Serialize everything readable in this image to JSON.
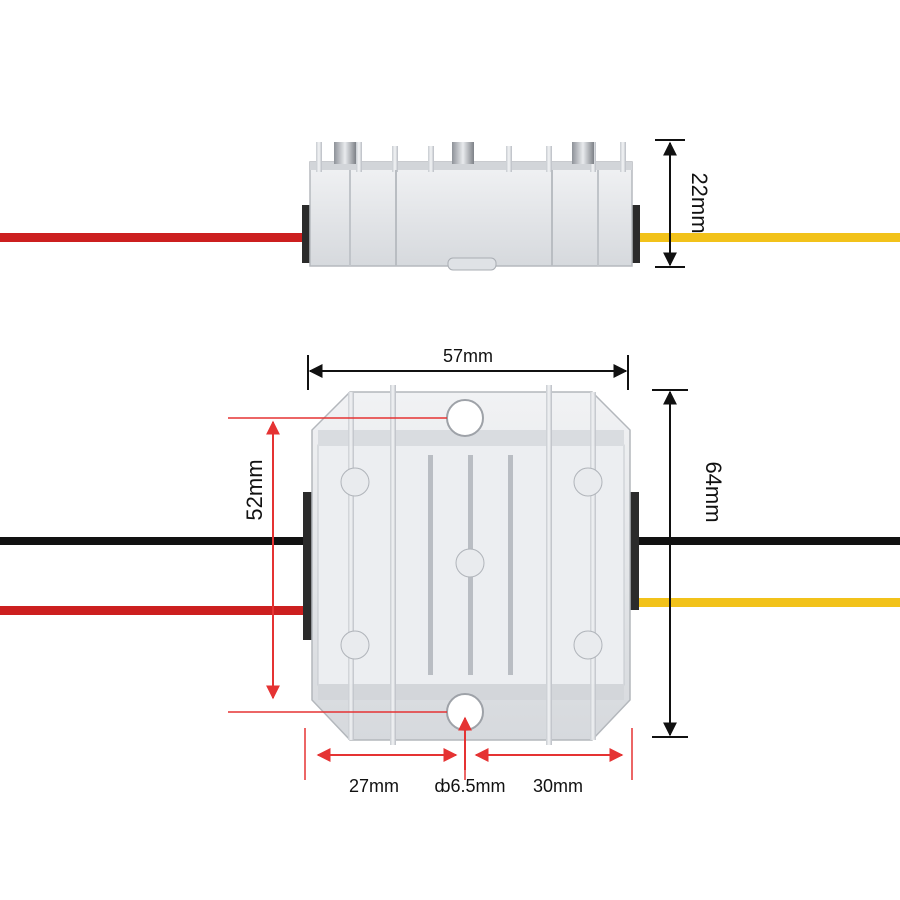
{
  "dimensions": {
    "height_side": "22mm",
    "width_top": "57mm",
    "length_body": "64mm",
    "hole_spacing": "52mm",
    "left_offset": "27mm",
    "hole_diameter": "ȸ6.5mm",
    "right_offset": "30mm"
  },
  "colors": {
    "wire_red": "#cc1f1f",
    "wire_black": "#111111",
    "wire_yellow": "#f2c21a",
    "dim_black": "#111111",
    "dim_red": "#e53333",
    "housing": "#e6e8eb",
    "housing_shadow": "#c9ccd1",
    "housing_dark": "#a9adb3"
  }
}
